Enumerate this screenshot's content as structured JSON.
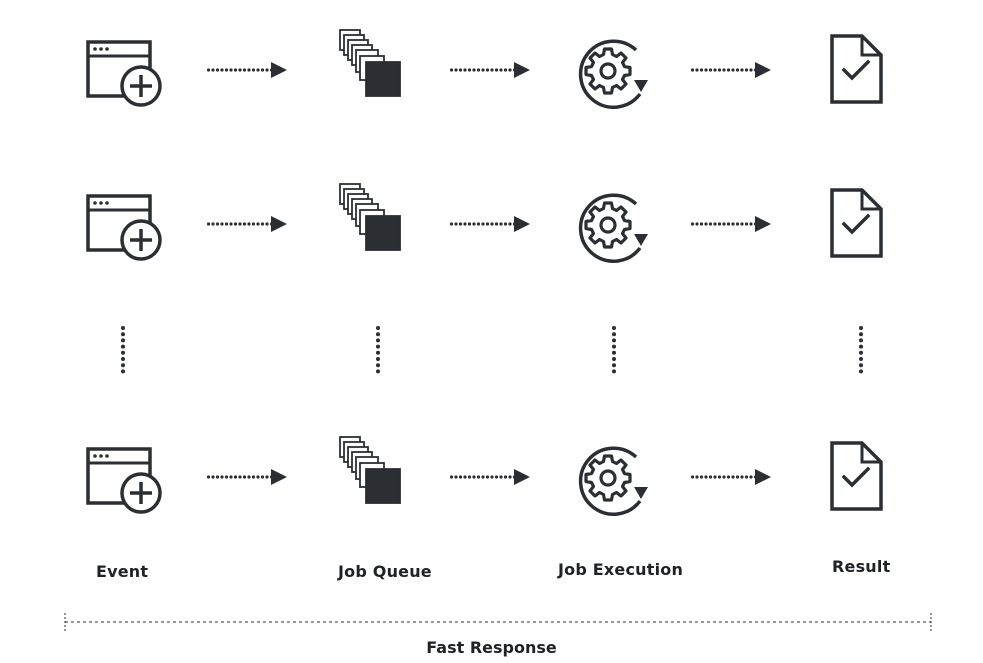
{
  "colors": {
    "stroke": "#2b2f33",
    "fill_dark": "#2b2f33"
  },
  "icons": {
    "event": "browser-window-add-icon",
    "job_queue": "stacked-pages-icon",
    "job_execution": "gear-refresh-icon",
    "result": "document-check-icon"
  },
  "labels": {
    "event": "Event",
    "job_queue": "Job Queue",
    "job_execution": "Job Execution",
    "result": "Result"
  },
  "footer": {
    "label": "Fast Response"
  }
}
